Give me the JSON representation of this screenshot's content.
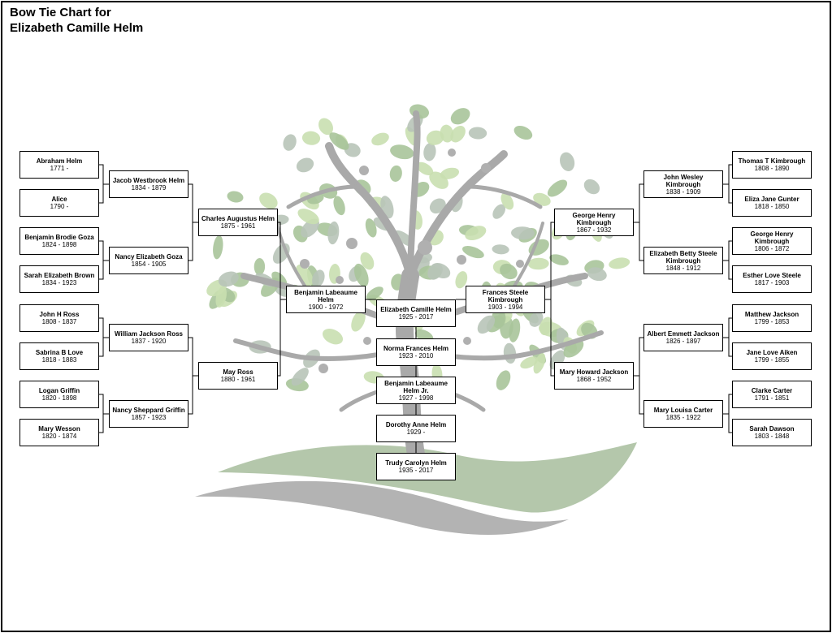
{
  "title": {
    "line1": "Bow Tie Chart for",
    "line2": "Elizabeth Camille Helm"
  },
  "colors": {
    "leaf_light": "#c9dfb0",
    "leaf_green": "#a9c49a",
    "leaf_gray": "#b8c4b8",
    "trunk": "#a9a9a9",
    "ground_green": "#a7bd9c",
    "ground_gray": "#b3b3b3",
    "fruit": "#b0b0b0"
  },
  "people": {
    "abraham": {
      "name": "Abraham Helm",
      "dates": "1771 -"
    },
    "alice": {
      "name": "Alice",
      "dates": "1790 -"
    },
    "benjamin_goza": {
      "name": "Benjamin Brodie Goza",
      "dates": "1824 - 1898"
    },
    "sarah_brown": {
      "name": "Sarah Elizabeth Brown",
      "dates": "1834 - 1923"
    },
    "john_ross": {
      "name": "John H Ross",
      "dates": "1808 - 1837"
    },
    "sabrina_love": {
      "name": "Sabrina B Love",
      "dates": "1818 - 1883"
    },
    "logan_griffin": {
      "name": "Logan Griffin",
      "dates": "1820 - 1898"
    },
    "mary_wesson": {
      "name": "Mary Wesson",
      "dates": "1820 - 1874"
    },
    "jacob_helm": {
      "name": "Jacob Westbrook Helm",
      "dates": "1834 - 1879"
    },
    "nancy_goza": {
      "name": "Nancy Elizabeth Goza",
      "dates": "1854 - 1905"
    },
    "william_ross": {
      "name": "William Jackson Ross",
      "dates": "1837 - 1920"
    },
    "nancy_griffin": {
      "name": "Nancy Sheppard Griffin",
      "dates": "1857 - 1923"
    },
    "charles_helm": {
      "name": "Charles Augustus Helm",
      "dates": "1875 - 1961"
    },
    "may_ross": {
      "name": "May Ross",
      "dates": "1880 - 1961"
    },
    "benjamin_helm": {
      "name": "Benjamin Labeaume Helm",
      "dates": "1900 - 1972"
    },
    "elizabeth": {
      "name": "Elizabeth Camille Helm",
      "dates": "1925 - 2017"
    },
    "norma": {
      "name": "Norma Frances Helm",
      "dates": "1923 - 2010"
    },
    "benjamin_jr": {
      "name": "Benjamin Labeaume Helm Jr.",
      "dates": "1927 - 1998"
    },
    "dorothy": {
      "name": "Dorothy Anne Helm",
      "dates": "1929 -"
    },
    "trudy": {
      "name": "Trudy Carolyn Helm",
      "dates": "1935 - 2017"
    },
    "frances": {
      "name": "Frances Steele Kimbrough",
      "dates": "1903 - 1994"
    },
    "george_1867": {
      "name": "George Henry Kimbrough",
      "dates": "1867 - 1932"
    },
    "mary_jackson": {
      "name": "Mary Howard Jackson",
      "dates": "1868 - 1952"
    },
    "john_kimbrough": {
      "name": "John Wesley Kimbrough",
      "dates": "1838 - 1909"
    },
    "elizabeth_steele": {
      "name": "Elizabeth Betty Steele Kimbrough",
      "dates": "1848 - 1912"
    },
    "albert_jackson": {
      "name": "Albert Emmett Jackson",
      "dates": "1826 - 1897"
    },
    "mary_carter": {
      "name": "Mary Louisa Carter",
      "dates": "1835 - 1922"
    },
    "thomas_kimbrough": {
      "name": "Thomas T Kimbrough",
      "dates": "1808 - 1890"
    },
    "eliza_gunter": {
      "name": "Eliza Jane Gunter",
      "dates": "1818 - 1850"
    },
    "george_1806": {
      "name": "George Henry Kimbrough",
      "dates": "1806 - 1872"
    },
    "esther_steele": {
      "name": "Esther Love Steele",
      "dates": "1817 - 1903"
    },
    "matthew_jackson": {
      "name": "Matthew Jackson",
      "dates": "1799 - 1853"
    },
    "jane_aiken": {
      "name": "Jane Love Aiken",
      "dates": "1799 - 1855"
    },
    "clarke_carter": {
      "name": "Clarke Carter",
      "dates": "1791 - 1851"
    },
    "sarah_dawson": {
      "name": "Sarah Dawson",
      "dates": "1803 - 1848"
    }
  }
}
